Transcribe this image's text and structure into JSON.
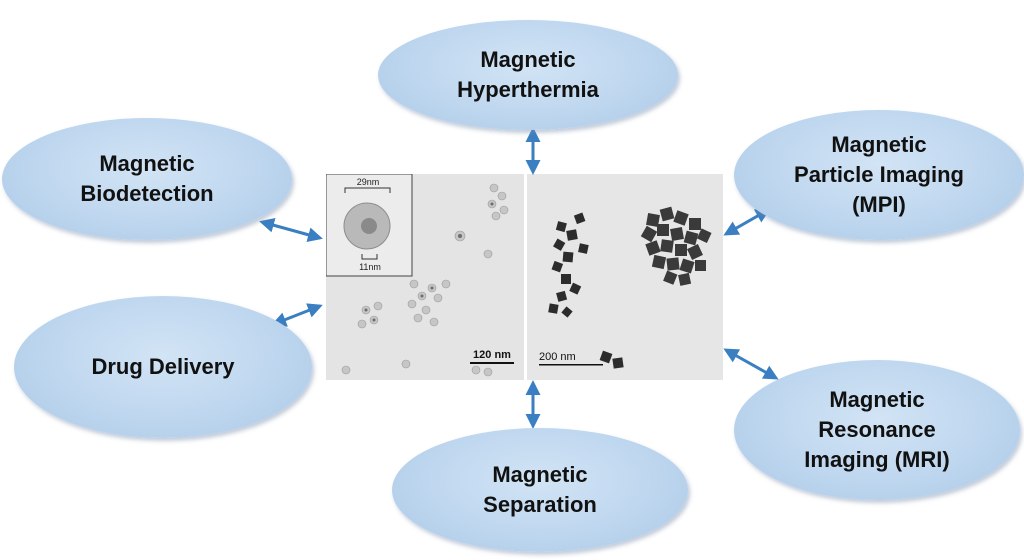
{
  "nodes": {
    "hyperthermia": "Magnetic\nHyperthermia",
    "biodetection": "Magnetic\nBiodetection",
    "mpi": "Magnetic\nParticle Imaging\n(MPI)",
    "drug_delivery": "Drug Delivery",
    "mri": "Magnetic\nResonance\nImaging (MRI)",
    "separation": "Magnetic\nSeparation"
  },
  "micrographs": {
    "left": {
      "inset_outer_size": "29nm",
      "inset_core_size": "11nm",
      "scale_bar": "120 nm"
    },
    "right": {
      "scale_bar": "200 nm"
    }
  },
  "colors": {
    "node_fill": "#bcd5ee",
    "arrow": "#3a7fc1"
  }
}
